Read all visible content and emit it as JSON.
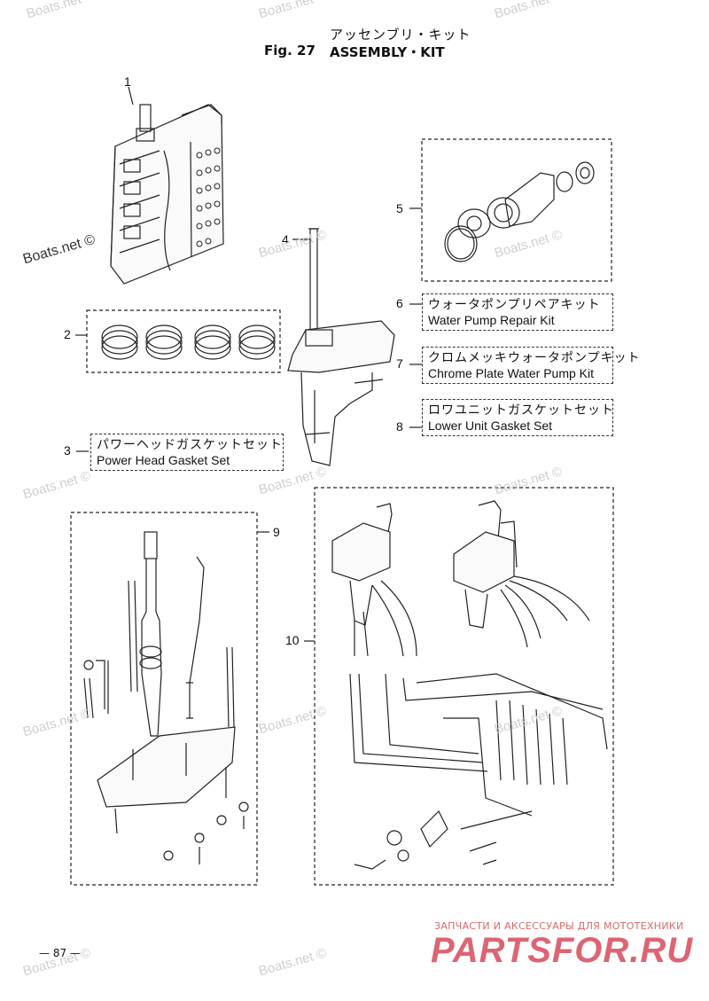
{
  "header": {
    "title_jp": "アッセンブリ・キット",
    "fig_number": "Fig. 27",
    "title_en": "ASSEMBLY・KIT"
  },
  "watermark": {
    "text": "Boats.net",
    "text_copyright": "Boats.net ©"
  },
  "callouts": [
    "1",
    "2",
    "3",
    "4",
    "5",
    "6",
    "7",
    "8",
    "9",
    "10"
  ],
  "kits": {
    "power_head_gasket": {
      "jp": "パワーヘッドガスケットセット",
      "en": "Power Head Gasket Set"
    },
    "water_pump_repair": {
      "jp": "ウォータポンプリペアキット",
      "en": "Water Pump Repair Kit"
    },
    "chrome_water_pump": {
      "jp": "クロムメッキウォータポンプキット",
      "en": "Chrome Plate Water Pump Kit"
    },
    "lower_unit_gasket": {
      "jp": "ロワユニットガスケットセット",
      "en": "Lower Unit Gasket Set"
    }
  },
  "page_number": "— 87 —",
  "shop": {
    "subtitle": "ЗАПЧАСТИ И АКСЕССУАРЫ ДЛЯ МОТОТЕХНИКИ",
    "logo": "PARTSFOR.RU"
  },
  "colors": {
    "line": "#222222",
    "watermark": "#cfcfcf",
    "shop": "#d84a5a"
  }
}
